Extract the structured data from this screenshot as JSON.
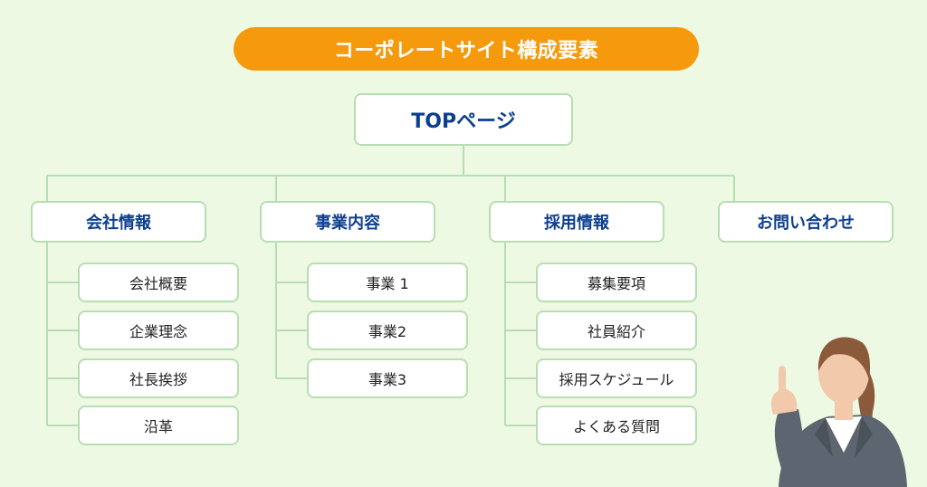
{
  "title": "コーポレートサイト構成要素",
  "top": "TOPページ",
  "categories": [
    {
      "label": "会社情報",
      "items": [
        "会社概要",
        "企業理念",
        "社長挨拶",
        "沿革"
      ]
    },
    {
      "label": "事業内容",
      "items": [
        "事業 1",
        "事業2",
        "事業3"
      ]
    },
    {
      "label": "採用情報",
      "items": [
        "募集要項",
        "社員紹介",
        "採用スケジュール",
        "よくある質問"
      ]
    },
    {
      "label": "お問い合わせ",
      "items": []
    }
  ],
  "colors": {
    "background": "#eef9e4",
    "title_pill": "#f59a0c",
    "line": "#b7deb0",
    "category_text": "#0e3f8f"
  },
  "illustration": "woman-pointing-up"
}
